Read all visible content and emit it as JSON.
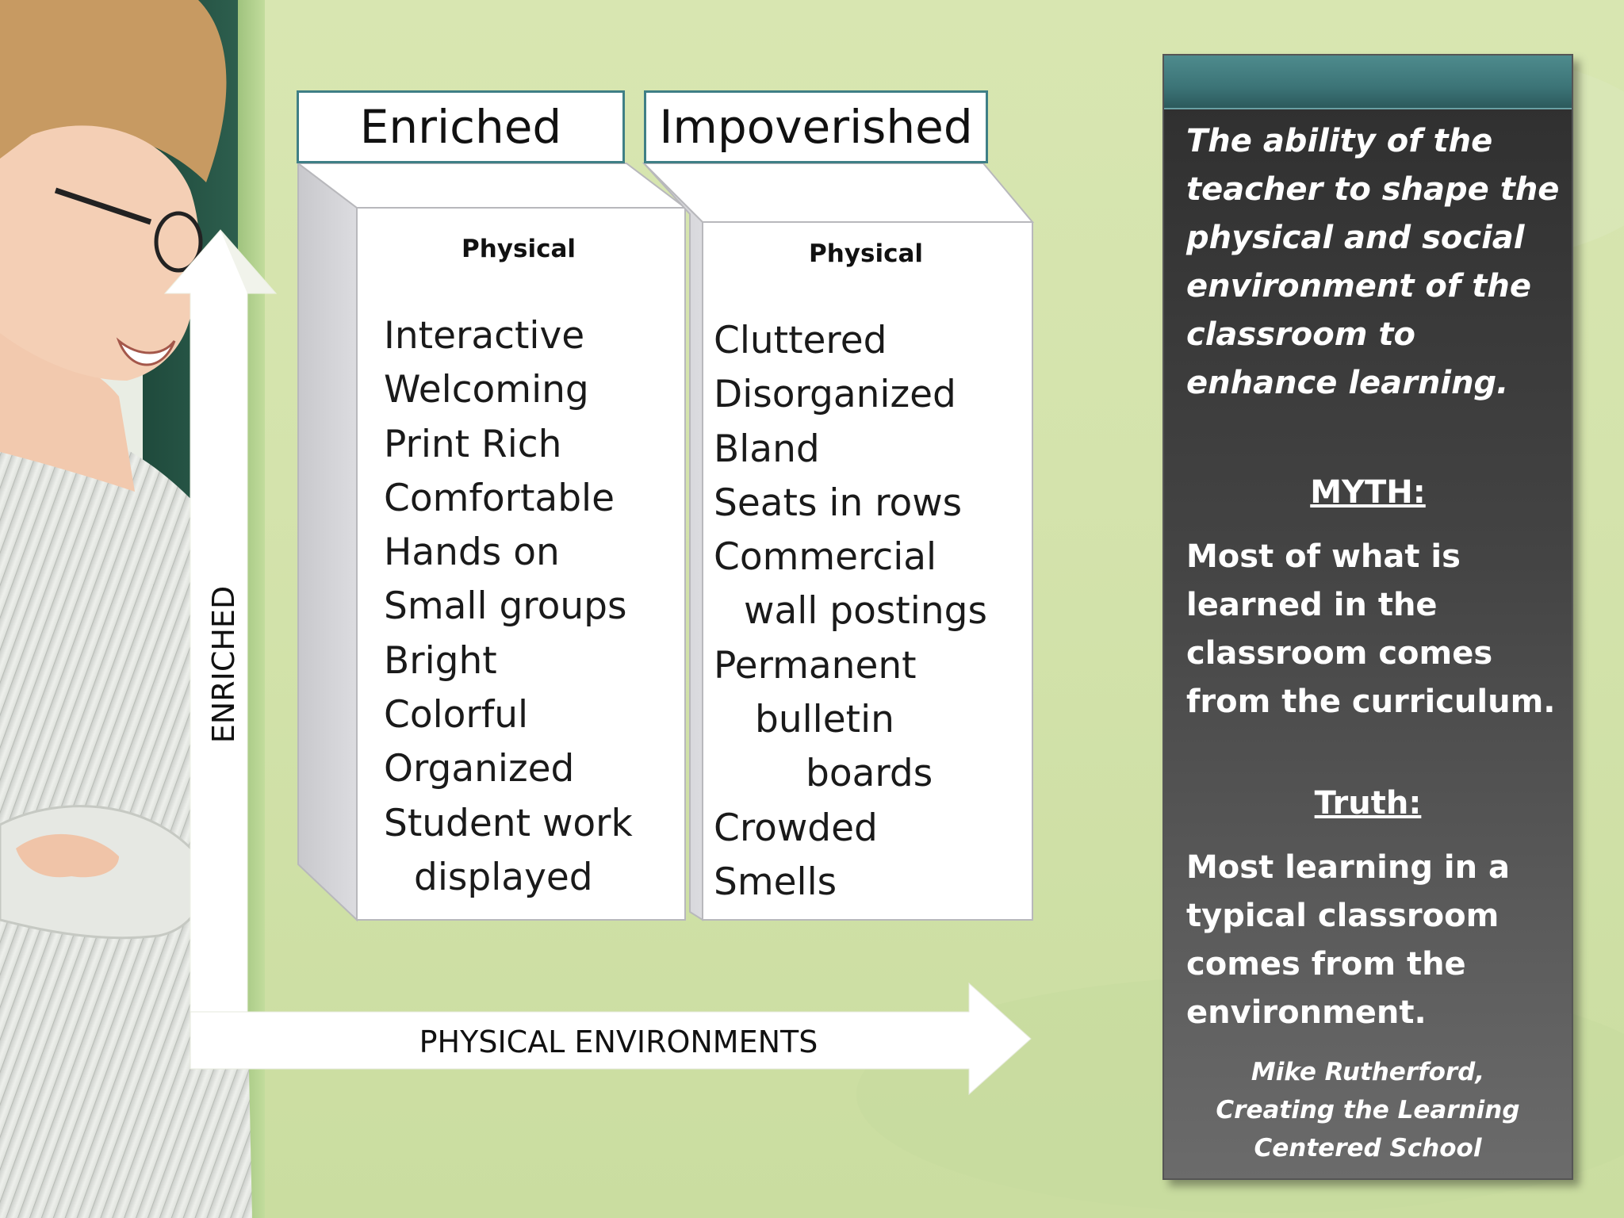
{
  "columns": [
    {
      "header": "Enriched",
      "subheading": "Physical",
      "items": [
        {
          "text": "Interactive",
          "indent": 0
        },
        {
          "text": "Welcoming",
          "indent": 0
        },
        {
          "text": "Print Rich",
          "indent": 0
        },
        {
          "text": "Comfortable",
          "indent": 0
        },
        {
          "text": "Hands on",
          "indent": 0
        },
        {
          "text": "Small groups",
          "indent": 0
        },
        {
          "text": "Bright",
          "indent": 0
        },
        {
          "text": "Colorful",
          "indent": 0
        },
        {
          "text": "Organized",
          "indent": 0
        },
        {
          "text": "Student work",
          "indent": 0
        },
        {
          "text": "displayed",
          "indent": 1
        }
      ]
    },
    {
      "header": "Impoverished",
      "subheading": "Physical",
      "items": [
        {
          "text": "Cluttered",
          "indent": 0
        },
        {
          "text": "Disorganized",
          "indent": 0
        },
        {
          "text": "Bland",
          "indent": 0
        },
        {
          "text": "Seats in rows",
          "indent": 0
        },
        {
          "text": "Commercial",
          "indent": 0
        },
        {
          "text": "wall postings",
          "indent": 1
        },
        {
          "text": "Permanent",
          "indent": 0
        },
        {
          "text": "bulletin",
          "indent": 2
        },
        {
          "text": "boards",
          "indent": 3
        },
        {
          "text": "Crowded",
          "indent": 0
        },
        {
          "text": "Smells",
          "indent": 0
        }
      ]
    }
  ],
  "axes": {
    "vertical_label": "ENRICHED",
    "horizontal_label": "PHYSICAL ENVIRONMENTS"
  },
  "sidebar": {
    "lead": "The ability of the teacher to shape the physical and social environment of the classroom to enhance learning.",
    "myth_heading": "MYTH:",
    "myth_text": " Most of what is learned in the classroom comes from the curriculum.",
    "truth_heading": "Truth:",
    "truth_text": "Most learning in a typical classroom comes from the environment.",
    "citation": [
      "Mike Rutherford,",
      "Creating the Learning",
      "Centered School"
    ]
  },
  "colors": {
    "background": "#d4e3ac",
    "header_border": "#3f7f86",
    "sidebar_band": "#3c7477",
    "sidebar_dark": "#2e2e2e"
  },
  "photo": {
    "subject": "smiling teacher with glasses, arms crossed"
  }
}
